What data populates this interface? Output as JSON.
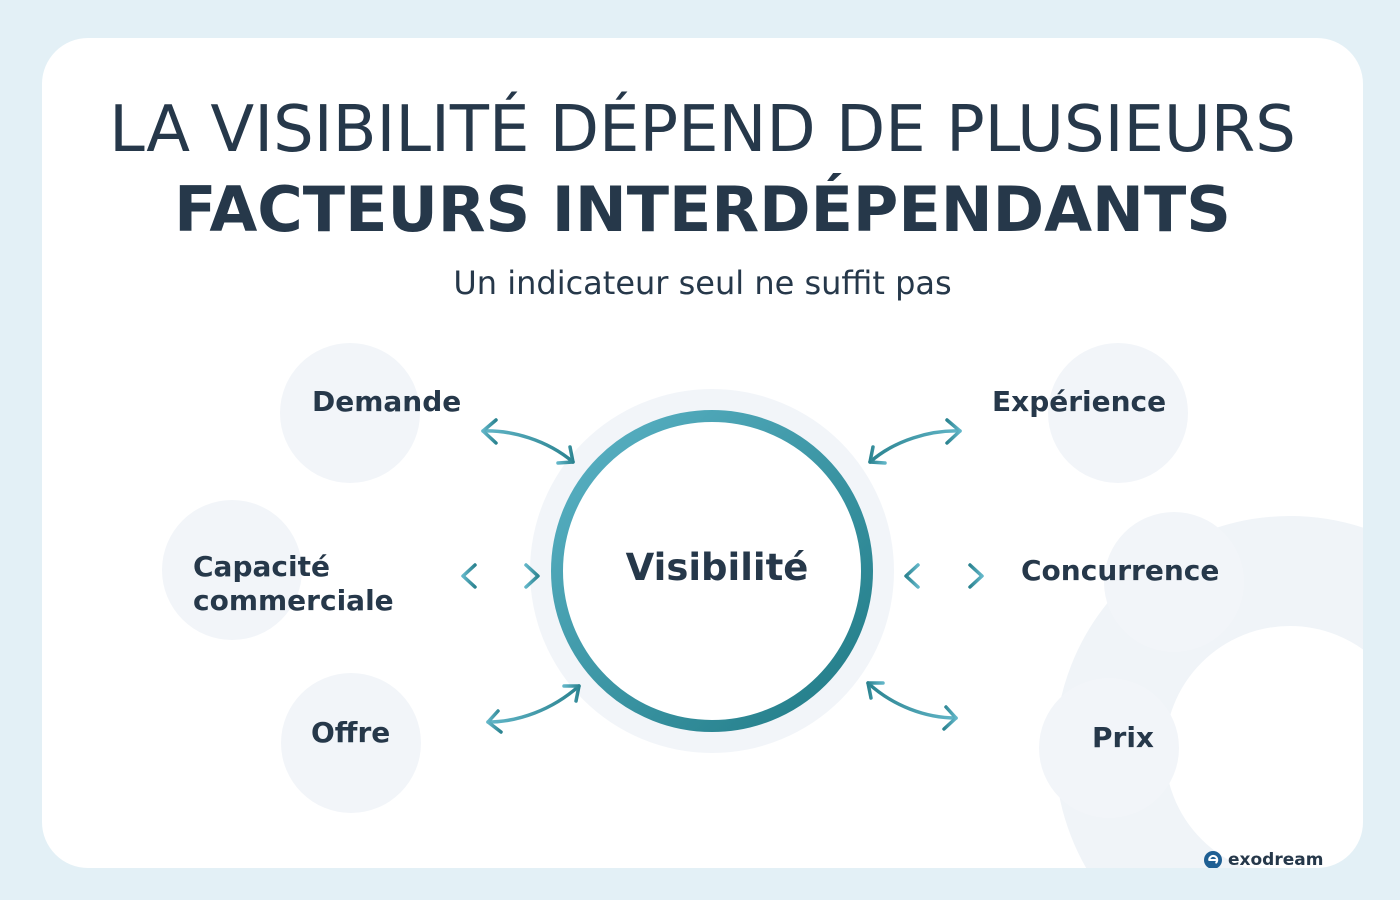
{
  "title": {
    "line1": "LA VISIBILITÉ DÉPEND DE PLUSIEURS",
    "line2": "FACTEURS INTERDÉPENDANTS"
  },
  "subtitle": "Un indicateur seul ne suffit pas",
  "diagram": {
    "center": "Visibilité",
    "left_factors": [
      {
        "label": "Demande"
      },
      {
        "label": "Capacité commerciale"
      },
      {
        "label": "Offre"
      }
    ],
    "right_factors": [
      {
        "label": "Expérience"
      },
      {
        "label": "Concurrence"
      },
      {
        "label": "Prix"
      }
    ],
    "colors": {
      "ring_start": "#5bb3c6",
      "ring_end": "#1f7a85",
      "node_fill": "#f2f5f9",
      "text": "#26384a",
      "background": "#e3f0f6"
    }
  },
  "brand": {
    "name": "exodream",
    "icon": "exodream-logo-icon"
  }
}
